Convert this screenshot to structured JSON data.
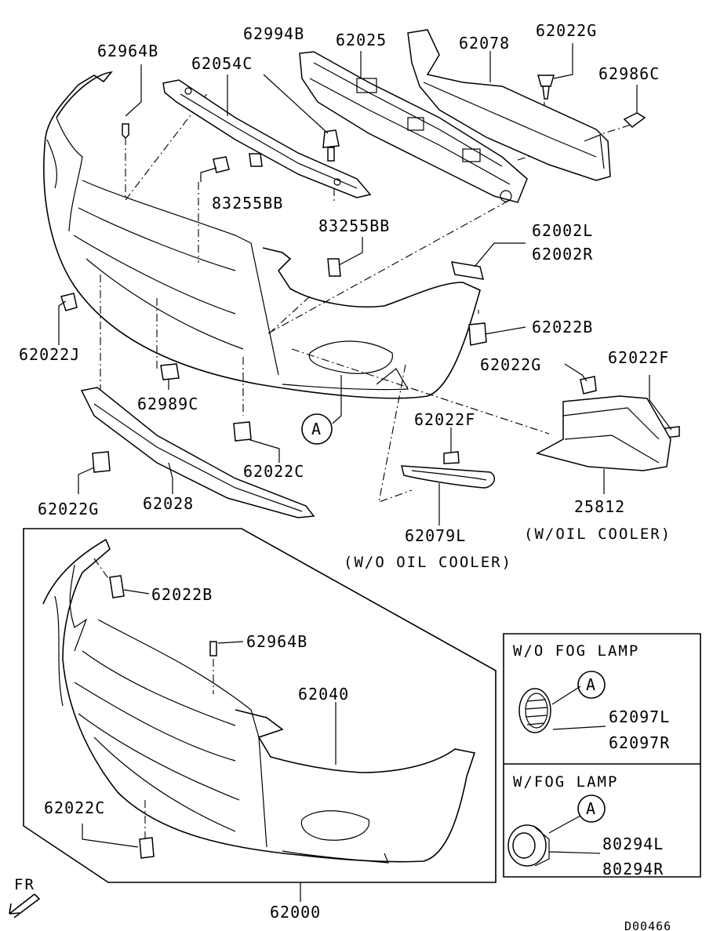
{
  "labels": {
    "p62964B_top": "62964B",
    "p62054C": "62054C",
    "p62994B": "62994B",
    "p62025": "62025",
    "p62078": "62078",
    "p62022G_top": "62022G",
    "p62986C": "62986C",
    "p83255BB_a": "83255BB",
    "p83255BB_b": "83255BB",
    "p62002L": "62002L",
    "p62002R": "62002R",
    "p62022J": "62022J",
    "p62022B_top": "62022B",
    "p62022G_mid": "62022G",
    "p62022F_right": "62022F",
    "p62989C": "62989C",
    "p62022C_mid": "62022C",
    "p62022F_mid": "62022F",
    "p62022G_left": "62022G",
    "p62028": "62028",
    "p25812": "25812",
    "p62079L": "62079L",
    "p62022B_low": "62022B",
    "p62964B_low": "62964B",
    "p62040": "62040",
    "p62022C_low": "62022C",
    "p62000": "62000",
    "p62097L": "62097L",
    "p62097R": "62097R",
    "p80294L": "80294L",
    "p80294R": "80294R"
  },
  "callouts": {
    "a_main": "A",
    "a_wo_fog": "A",
    "a_w_fog": "A"
  },
  "notes": {
    "w_oil_cooler": "(W/OIL COOLER)",
    "wo_oil_cooler": "(W/O OIL COOLER)",
    "wo_fog_lamp": "W/O FOG LAMP",
    "w_fog_lamp": "W/FOG LAMP",
    "front": "FR",
    "drawing_code": "D00466"
  }
}
